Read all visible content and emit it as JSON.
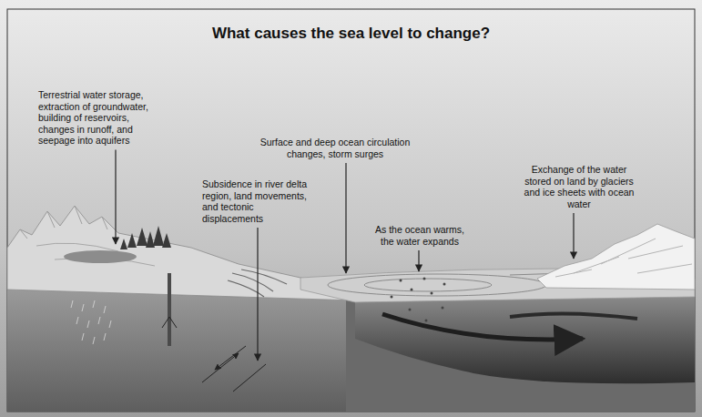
{
  "diagram": {
    "title": "What causes the sea level to change?",
    "labels": [
      "Terrestrial water storage, extraction of groundwater, building of reservoirs, changes in runoff, and seepage into aquifers",
      "Subsidence in river delta region, land movements, and tectonic displacements",
      "Surface and deep ocean circulation changes, storm surges",
      "As the ocean warms, the water expands",
      "Exchange of the water stored on land by glaciers and ice sheets with ocean water"
    ]
  }
}
